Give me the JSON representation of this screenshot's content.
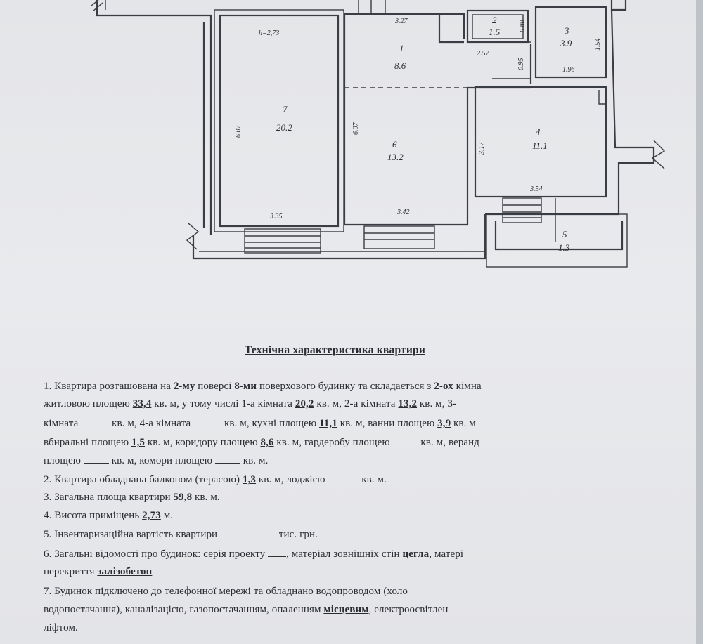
{
  "plan": {
    "height_label": "h=2,73",
    "rooms": [
      {
        "id": "room-1",
        "number": "1",
        "area": "8.6"
      },
      {
        "id": "room-2",
        "number": "2",
        "area": "1.5"
      },
      {
        "id": "room-3",
        "number": "3",
        "area": "3.9"
      },
      {
        "id": "room-4",
        "number": "4",
        "area": "11.1"
      },
      {
        "id": "room-5",
        "number": "5",
        "area": "1.3"
      },
      {
        "id": "room-6",
        "number": "6",
        "area": "13.2"
      },
      {
        "id": "room-7",
        "number": "7",
        "area": "20.2"
      }
    ],
    "dims": {
      "d327": "3.27",
      "d080": "0.80",
      "d257": "2.57",
      "d095": "0.95",
      "d154": "1.54",
      "d196": "1.96",
      "d607a": "6.07",
      "d607b": "6.07",
      "d317": "3.17",
      "d335": "3.35",
      "d342": "3.42",
      "d354": "3.54"
    }
  },
  "doc": {
    "title": "Технічна характеристика квартири",
    "l1": {
      "a": "1.  Квартира  розташована на ",
      "floor": "2-му",
      "b": " поверсі ",
      "storeys": "8-ми",
      "c": " поверхового будинку та складається з ",
      "rooms": "2-ох",
      "d": " кімна"
    },
    "l2": {
      "a": "житловою площею  ",
      "living": "33,4",
      "b": "  кв. м, у тому числі 1-а кімната  ",
      "r1": "20,2",
      "c": " кв. м,  2-а кімната  ",
      "r2": "13,2",
      "d": " кв. м,  3-"
    },
    "l3": {
      "a": "кімната ",
      "b": " кв. м, 4-а кімната ",
      "c": " кв. м, кухні площею ",
      "kitchen": "11,1",
      "d": "  кв. м, ванни   площею ",
      "bath": "3,9",
      "e": " кв. м"
    },
    "l4": {
      "a": "вбиральні  площею ",
      "wc": "1,5",
      "b": " кв. м, коридору площею  ",
      "corridor": "8,6",
      "c": " кв. м, гардеробу площею ",
      "d": " кв. м, веранд"
    },
    "l5": {
      "a": "площею ",
      "b": " кв. м, комори площею ",
      "c": " кв. м."
    },
    "l6": {
      "a": "2. Квартира  обладнана балконом (терасою) ",
      "balcony": "1,3",
      "b": " кв. м, лоджією ",
      "c": " кв. м."
    },
    "l7": {
      "a": "3. Загальна площа квартири  ",
      "total": "59,8",
      "b": " кв. м."
    },
    "l8": {
      "a": "4. Висота приміщень ",
      "height": "2,73",
      "b": " м."
    },
    "l9": {
      "a": "5. Інвентаризаційна вартість квартири ",
      "b": "  тис. грн."
    },
    "l10": {
      "a": "6. Загальні відомості про будинок: серія проекту ",
      "b": ", матеріал зовнішніх стін ",
      "walls": "цегла",
      "c": ", матері"
    },
    "l11": {
      "a": "перекриття ",
      "floors": "залізобетон"
    },
    "l12": {
      "a": "7.   Будинок  підключено  до  телефонної  мережі  та  обладнано  водопроводом  (холо"
    },
    "l13": {
      "a": "водопостачання), каналізацією, газопостачанням, опаленням  ",
      "heating": "місцевим",
      "b": ", електроосвітлен"
    },
    "l14": {
      "a": "ліфтом."
    }
  }
}
